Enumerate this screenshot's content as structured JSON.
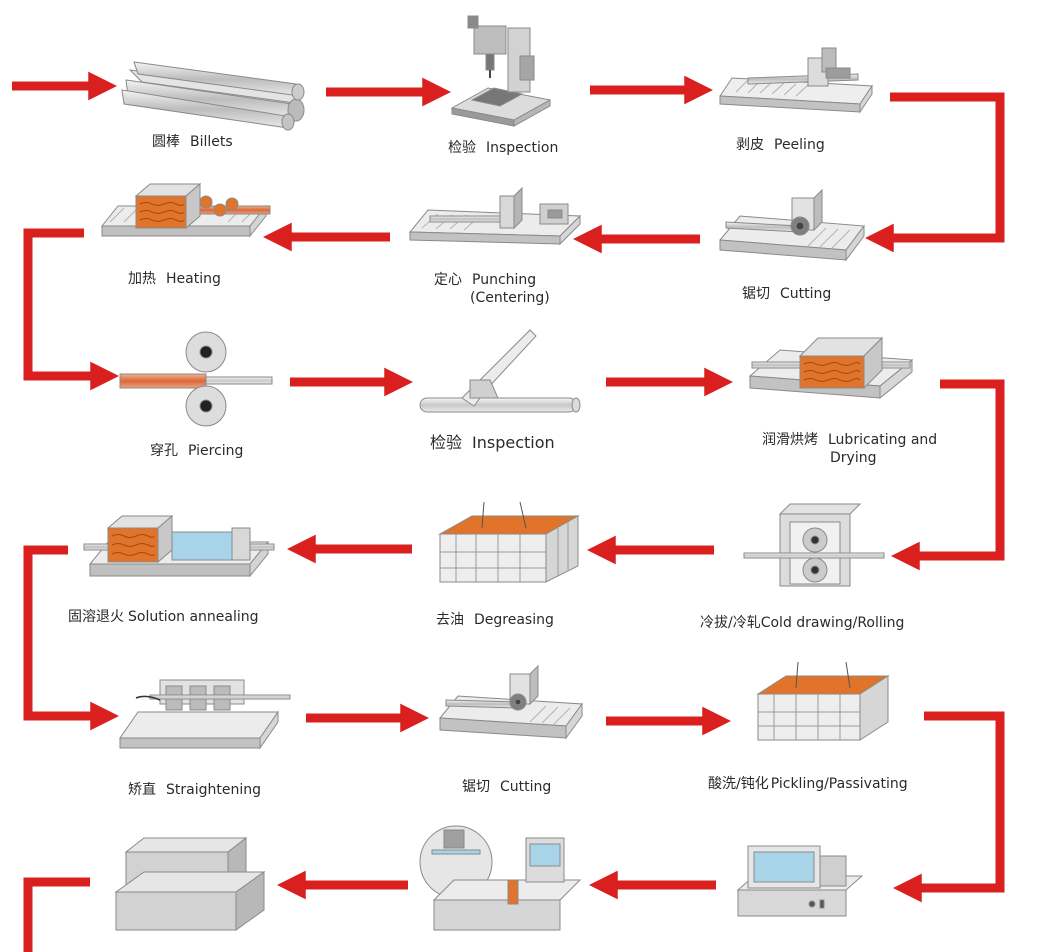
{
  "steps": [
    {
      "zh": "圆棒",
      "en": "Billets"
    },
    {
      "zh": "检验",
      "en": "Inspection"
    },
    {
      "zh": "剥皮",
      "en": "Peeling"
    },
    {
      "zh": "锯切",
      "en": "Cutting"
    },
    {
      "zh": "定心",
      "en": "Punching",
      "en2": "(Centering)"
    },
    {
      "zh": "加热",
      "en": "Heating"
    },
    {
      "zh": "穿孔",
      "en": "Piercing"
    },
    {
      "zh": "检验",
      "en": "Inspection"
    },
    {
      "zh": "润滑烘烤",
      "en": "Lubricating and",
      "en2": "Drying"
    },
    {
      "zh": "冷拔/冷轧",
      "en": "Cold drawing/Rolling"
    },
    {
      "zh": "去油",
      "en": "Degreasing"
    },
    {
      "zh": "固溶退火",
      "en": "Solution annealing"
    },
    {
      "zh": "矫直",
      "en": "Straightening"
    },
    {
      "zh": "锯切",
      "en": "Cutting"
    },
    {
      "zh": "酸洗/钝化",
      "en": "Pickling/Passivating"
    }
  ],
  "colors": {
    "arrow": "#d9201e",
    "machine_light": "#eeeeee",
    "machine_mid": "#cfcfcf",
    "machine_dark": "#8f8f8f",
    "heat": "#e0742a",
    "copper": "#e8875a",
    "water": "#a8d4ea"
  },
  "icons": [
    "billets-icon",
    "inspection-press-icon",
    "peeling-machine-icon",
    "saw-cutting-icon",
    "punching-machine-icon",
    "heating-furnace-icon",
    "piercing-rolls-icon",
    "tube-inspection-icon",
    "lubricating-oven-icon",
    "cold-drawing-mill-icon",
    "degreasing-tank-icon",
    "solution-annealing-furnace-icon",
    "pickling-tank-icon",
    "saw-cutting-icon",
    "straightening-machine-icon",
    "packing-boxes-icon",
    "ultrasonic-testing-icon",
    "eddy-current-tester-icon"
  ]
}
